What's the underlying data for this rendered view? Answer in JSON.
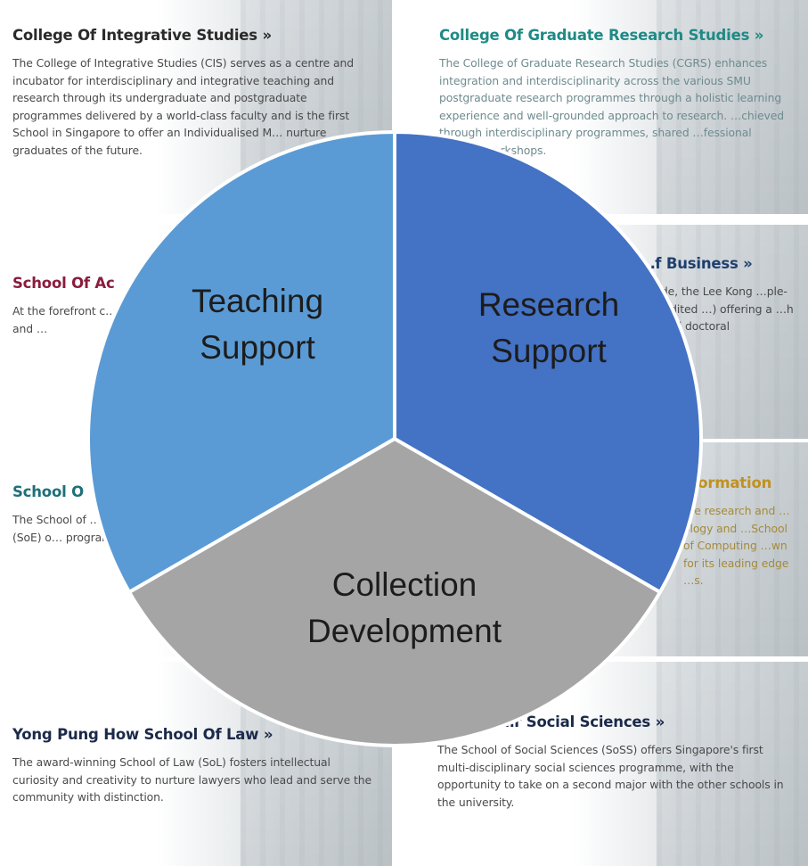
{
  "cards": [
    {
      "id": "cis",
      "title": "College Of Integrative Studies »",
      "body": "The College of Integrative Studies (CIS) serves as a centre and incubator for interdisciplinary and integrative teaching and research through its undergraduate and postgraduate programmes delivered by a world-class faculty and is the first School in Singapore to offer an Individualised M… nurture graduates of the future."
    },
    {
      "id": "cgrs",
      "title": "College Of Graduate Research Studies »",
      "body": "The College of Graduate Research Studies (CGRS) enhances integration and interdisciplinarity across the various SMU postgraduate research programmes through a holistic learning experience and well-grounded approach to research. …chieved through interdisciplinary programmes, shared …fessional training workshops."
    },
    {
      "id": "accountancy",
      "title": "School Of Ac",
      "body": "At the forefront c… and business fie… versatile profe… master's and …"
    },
    {
      "id": "business",
      "title": "…f Business »",
      "body": "…vide, the Lee Kong …ple-accredited …) offering a …h its …nd doctoral"
    },
    {
      "id": "economics",
      "title": "School O",
      "body": "The School of … research schoo… known for contr… Economics (SoE) o… programmes."
    },
    {
      "id": "computing",
      "title": "…ormation",
      "body": "…e research and …ology and …School of Computing …wn for its leading edge …s."
    },
    {
      "id": "law",
      "title": "Yong Pung How School Of Law »",
      "body": "The award-winning School of Law (SoL) fosters intellectual curiosity and creativity to nurture lawyers who lead and serve the community with distinction."
    },
    {
      "id": "soss",
      "title": "…r Social Sciences »",
      "body": "The School of Social Sciences (SoSS) offers Singapore's first multi-disciplinary social sciences programme, with the opportunity to take on a second major with the other schools in the university."
    }
  ],
  "pie": {
    "segments": [
      {
        "label_lines": [
          "Teaching",
          "Support"
        ],
        "color": "#5b9bd5",
        "value": 1
      },
      {
        "label_lines": [
          "Research",
          "Support"
        ],
        "color": "#4472c4",
        "value": 1
      },
      {
        "label_lines": [
          "Collection",
          "Development"
        ],
        "color": "#a5a5a5",
        "value": 1
      }
    ]
  }
}
